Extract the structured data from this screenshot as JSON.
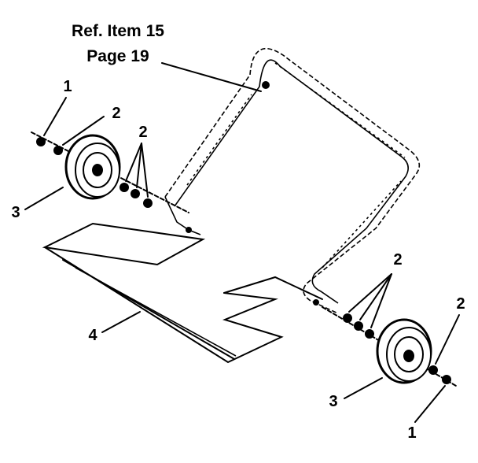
{
  "reference": {
    "line1": "Ref. Item 15",
    "line2": "Page 19"
  },
  "callouts": {
    "left_nut": "1",
    "left_washer_outer": "2",
    "left_washers_inner": "2",
    "left_wheel": "3",
    "axle_plate": "4",
    "right_washers_inner": "2",
    "right_washer_outer": "2",
    "right_wheel": "3",
    "right_nut": "1"
  }
}
